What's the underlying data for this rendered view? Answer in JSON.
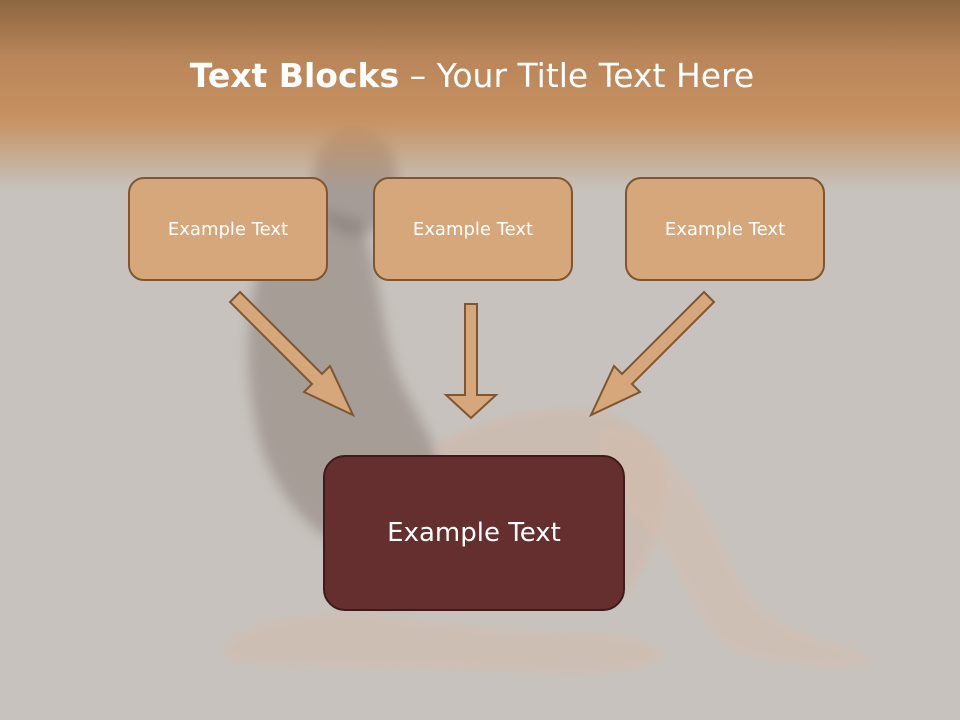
{
  "slide": {
    "title_bold": "Text Blocks",
    "title_sep": " – ",
    "title_rest": "Your Title Text Here",
    "top_boxes": [
      "Example Text",
      "Example Text",
      "Example Text"
    ],
    "bottom_box": "Example Text"
  },
  "colors": {
    "header": "#c79160",
    "top_box_fill": "#d5a77b",
    "top_box_border": "#7f5631",
    "arrow_fill": "#d5a77b",
    "arrow_stroke": "#7f5631",
    "bottom_box_fill": "#652f30"
  },
  "background": {
    "subject": "faded photograph of a seated woman"
  }
}
